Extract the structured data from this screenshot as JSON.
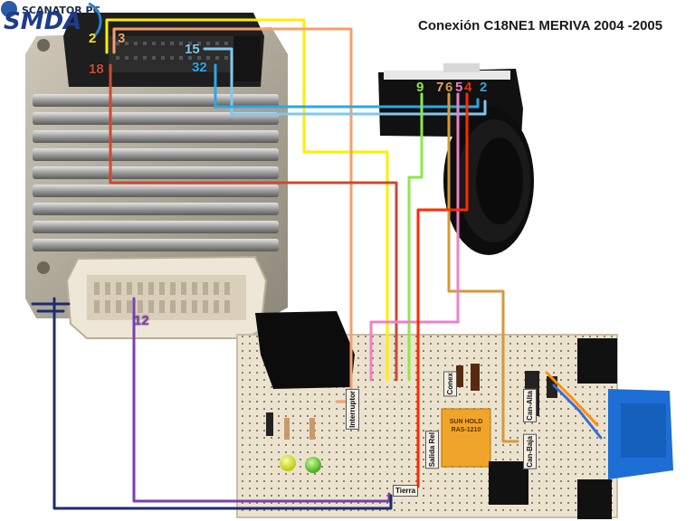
{
  "title": "Conexión C18NE1 MERIVA 2004 -2005",
  "logos": {
    "brand": "SCANATOR PC",
    "sub": "SMDA"
  },
  "ecu_pins": {
    "p2": "2",
    "p3": "3",
    "p15": "15",
    "p32": "32",
    "p18": "18",
    "p12": "12"
  },
  "connector_pins": {
    "p9": "9",
    "p7": "7",
    "p6": "6",
    "p5": "5",
    "p4": "4",
    "p2": "2"
  },
  "board_labels": {
    "tierra": "Tierra",
    "salida_rel": "Salida Rel",
    "conex": "Conex",
    "interruptor": "Interruptor",
    "canalta": "Can-Alta",
    "canbaja": "Can-Baja"
  },
  "relay": {
    "label": "RAS-1210",
    "brand": "SUN HOLD"
  },
  "colors": {
    "yellow": "#ffee00",
    "orange_light": "#f5a06a",
    "red": "#ff2a00",
    "rust": "#c84b32",
    "light_blue": "#7ec8f0",
    "sky_blue": "#2aa8e6",
    "green": "#8ee84a",
    "tan": "#d39a3a",
    "pink": "#ee80c8",
    "purple": "#7a3fb0",
    "navy": "#1c2c6e"
  }
}
